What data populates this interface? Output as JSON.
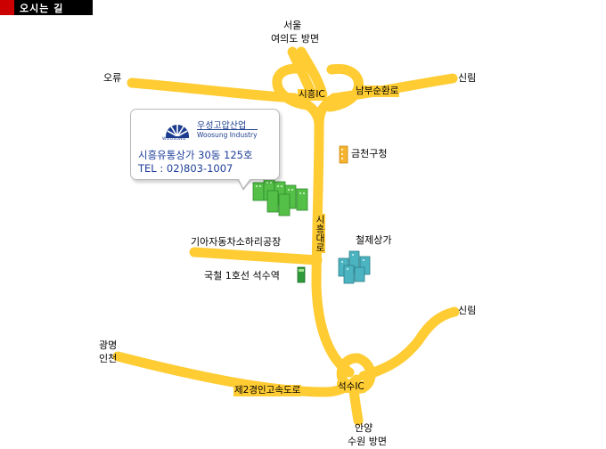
{
  "header": {
    "title": "오시는 길"
  },
  "places": {
    "seoul_line1": "서울",
    "seoul_line2": "여의도  방면",
    "oryu": "오류",
    "sillim_top": "신림",
    "siheung_ic": "시흥IC",
    "nambu_road": "남부순환로",
    "geumcheon_office": "금천구청",
    "siheung_daero": "시흥대로",
    "kia_factory": "기아자동차소하리공장",
    "steel_mall": "철제상가",
    "seoksu_station": "국철 1호선  석수역",
    "sillim_bottom": "신림",
    "gwangmyeong_line1": "광명",
    "gwangmyeong_line2": "인천",
    "expressway": "제2경인고속도로",
    "seoksu_ic": "석수IC",
    "anyang_line1": "안양",
    "anyang_line2": "수원  방면"
  },
  "company": {
    "name_ko": "우성고압산업",
    "name_en": "Woosung Industry",
    "logo_text": "WOOSUNG",
    "address": "시흥유통상가  30동  125호",
    "tel": "TEL  :  02)803-1007"
  },
  "colors": {
    "road": "#ffcc33",
    "road_edge": "#f0b400",
    "brand": "#1c3d8f",
    "building_green": "#55c048",
    "building_teal": "#4cb3c0",
    "building_orange": "#f5b330",
    "header_accent": "#cc0000"
  },
  "icons": [
    "building-cluster-icon",
    "station-icon",
    "government-building-icon",
    "logo-icon"
  ]
}
